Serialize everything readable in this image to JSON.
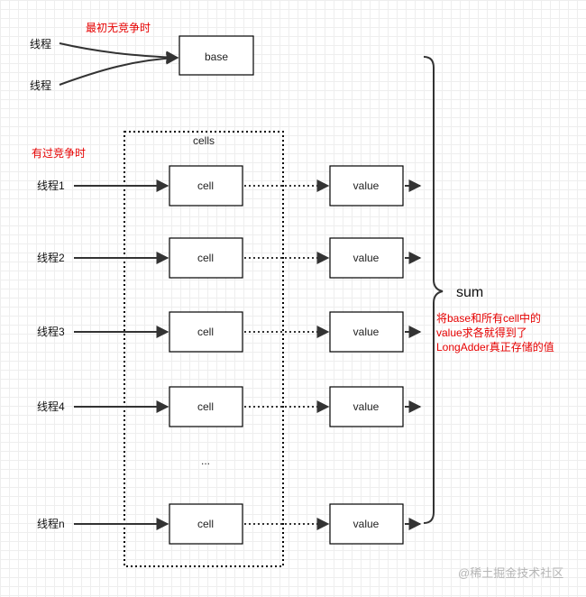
{
  "title_no_contention": "最初无竞争时",
  "title_contention": "有过竞争时",
  "base_label": "base",
  "cells_label": "cells",
  "cell_label": "cell",
  "value_label": "value",
  "ellipsis": "...",
  "sum_label": "sum",
  "top_threads": [
    "线程",
    "线程"
  ],
  "rows": [
    {
      "thread": "线程1"
    },
    {
      "thread": "线程2"
    },
    {
      "thread": "线程3"
    },
    {
      "thread": "线程4"
    },
    {
      "thread": "线程n"
    }
  ],
  "note_lines": [
    "将base和所有cell中的",
    "value求各就得到了",
    "LongAdder真正存储的值"
  ],
  "watermark": "@稀土掘金技术社区",
  "colors": {
    "annotation": "#e60000",
    "stroke": "#333333",
    "watermark": "#b5b5b5"
  }
}
